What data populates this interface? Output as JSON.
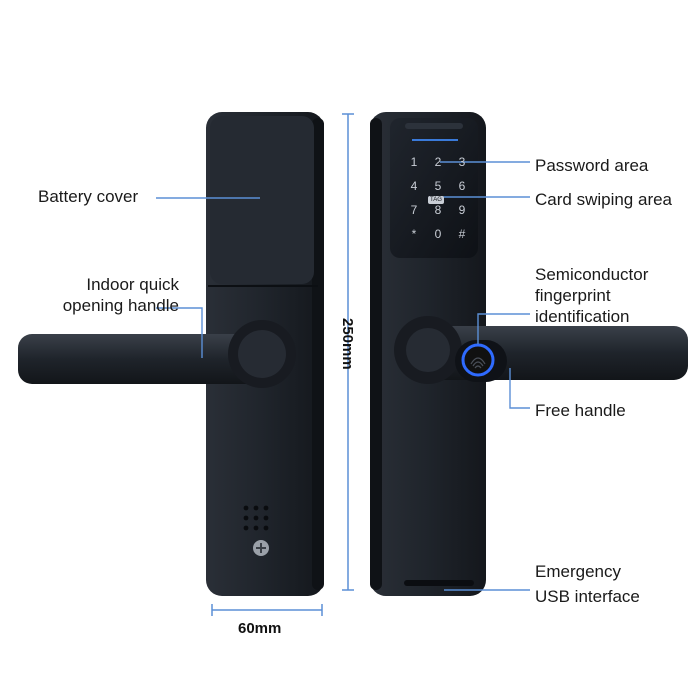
{
  "labels": {
    "battery_cover": "Battery cover",
    "indoor_handle_line1": "Indoor quick",
    "indoor_handle_line2": "opening handle",
    "password_area": "Password area",
    "card_swiping_area": "Card swiping area",
    "fingerprint_line1": "Semiconductor",
    "fingerprint_line2": "fingerprint",
    "fingerprint_line3": "identification",
    "free_handle": "Free handle",
    "usb_line1": "Emergency",
    "usb_line2": "USB interface"
  },
  "dimensions": {
    "height": "250mm",
    "width": "60mm"
  },
  "keypad": {
    "keys": [
      "1",
      "2",
      "3",
      "4",
      "5",
      "6",
      "7",
      "8",
      "9",
      "*",
      "0",
      "#"
    ],
    "card_badge": "TAG"
  },
  "colors": {
    "body": "#1d2128",
    "leader_line": "#5b8fd6",
    "fingerprint_ring": "#2f6bff"
  }
}
